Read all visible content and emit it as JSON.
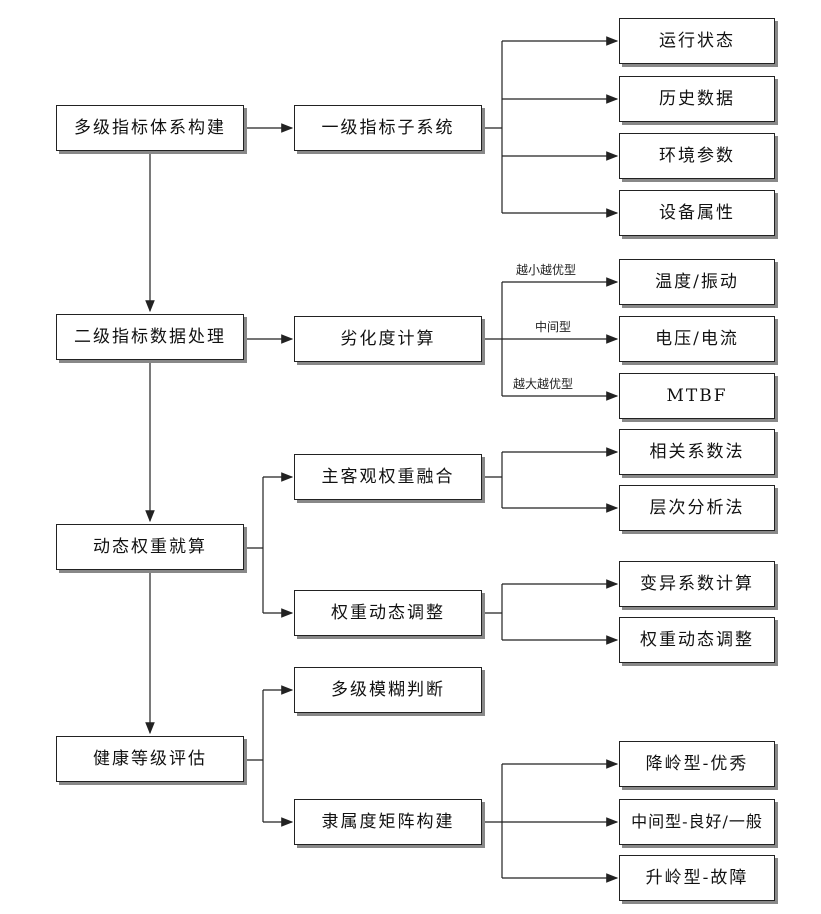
{
  "main_steps": [
    "多级指标体系构建",
    "二级指标数据处理",
    "动态权重就算",
    "健康等级评估"
  ],
  "level2": {
    "subsystem": "一级指标子系统",
    "degradation": "劣化度计算",
    "fusion": "主客观权重融合",
    "dynamic_adjust": "权重动态调整",
    "fuzzy": "多级模糊判断",
    "membership": "隶属度矩阵构建"
  },
  "level3": {
    "run_state": "运行状态",
    "history": "历史数据",
    "environment": "环境参数",
    "equipment": "设备属性",
    "temp_vib": "温度/振动",
    "volt_curr": "电压/电流",
    "mtbf": "MTBF",
    "correlation": "相关系数法",
    "ahp": "层次分析法",
    "variation": "变异系数计算",
    "weight_adjust": "权重动态调整",
    "falling_ridge": "降岭型-优秀",
    "middle": "中间型-良好/一般",
    "rising_ridge": "升岭型-故障"
  },
  "edge_labels": {
    "smaller_better": "越小越优型",
    "middle_type": "中间型",
    "larger_better": "越大越优型"
  }
}
